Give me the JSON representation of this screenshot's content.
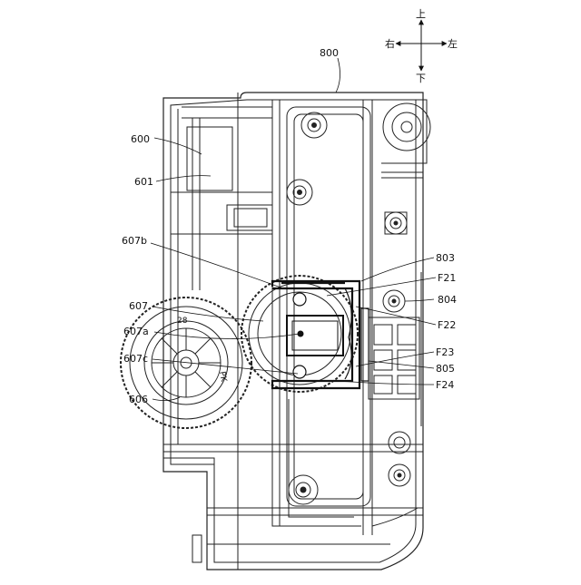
{
  "compass": {
    "up": "上",
    "down": "下",
    "left_side": "右",
    "right_side": "左"
  },
  "labels": {
    "l800": "800",
    "l600": "600",
    "l601": "601",
    "l607b": "607b",
    "l607": "607",
    "l607a": "607a",
    "l607c": "607c",
    "l606": "606",
    "l803": "803",
    "lF21": "F21",
    "l804": "804",
    "lF22": "F22",
    "lF23": "F23",
    "l805": "805",
    "lF24": "F24"
  },
  "gear_marks": {
    "teeth_count": "28",
    "side_mark": "PK"
  }
}
